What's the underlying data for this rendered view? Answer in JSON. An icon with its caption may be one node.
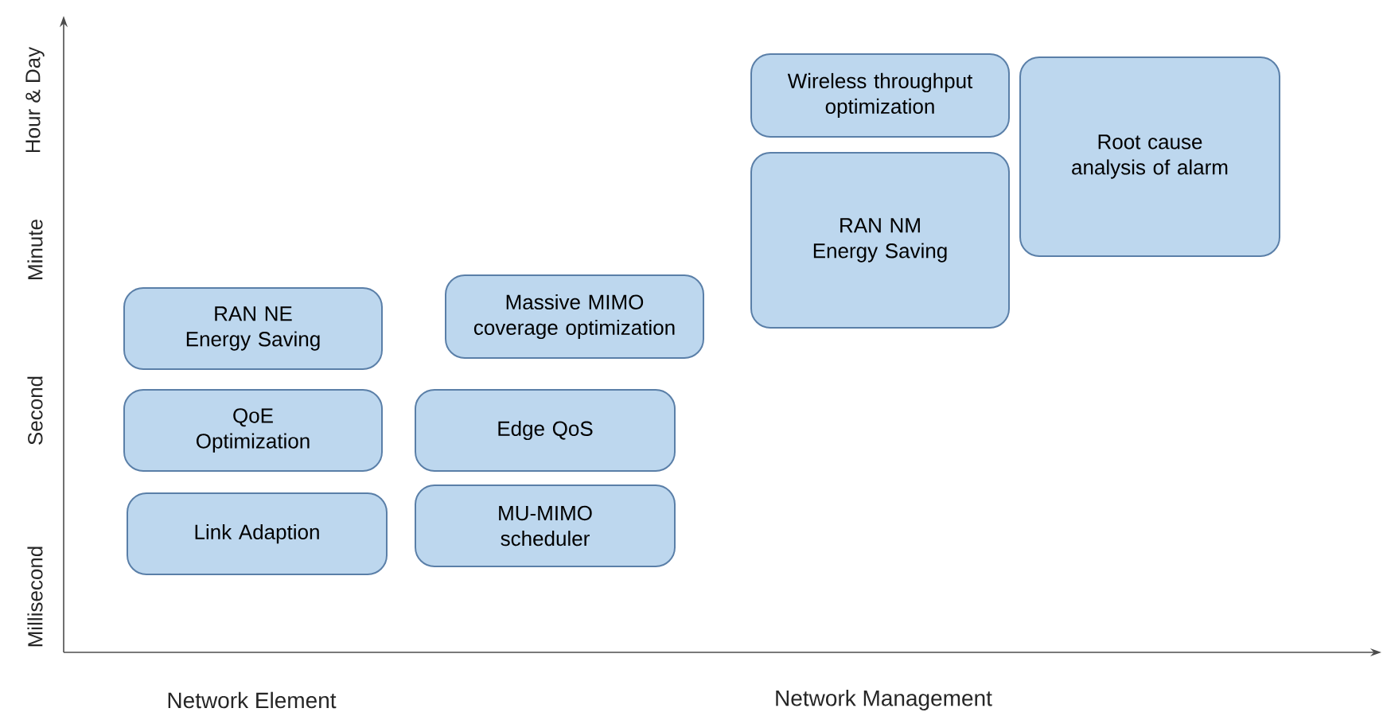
{
  "diagram": {
    "nodes": [
      {
        "text": [
          "Wireless throughput optimization"
        ]
      },
      {
        "text": [
          "Root cause analysis of alarm"
        ]
      },
      {
        "text": [
          "RAN NM Energy Saving"
        ]
      },
      {
        "text": [
          "Massive MIMO coverage optimization"
        ]
      },
      {
        "text": [
          "RAN NE Energy Saving"
        ]
      },
      {
        "text": [
          "QoE Optimization"
        ]
      },
      {
        "text": [
          "Edge QoS"
        ]
      },
      {
        "text": [
          "MU-MIMO scheduler"
        ]
      },
      {
        "text": [
          "Link Adaption"
        ]
      }
    ],
    "labels": [
      "Hour & Day",
      "Minute",
      "Second",
      "Millisecond",
      "Network Element",
      "Network Management"
    ]
  }
}
